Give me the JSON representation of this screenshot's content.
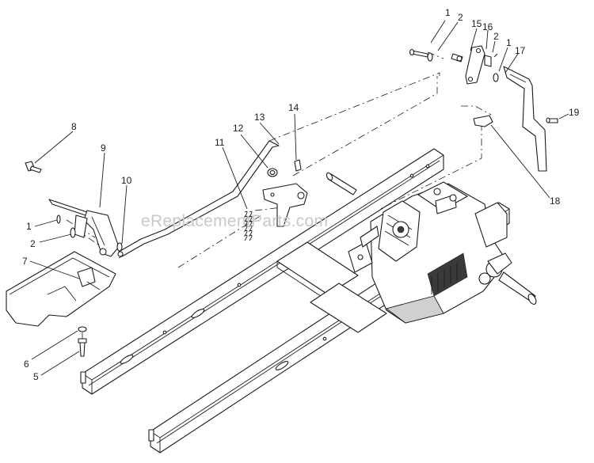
{
  "watermark": "eReplacementParts.com",
  "callouts": [
    {
      "id": "c1a",
      "label": "1"
    },
    {
      "id": "c2a",
      "label": "2"
    },
    {
      "id": "c15",
      "label": "15"
    },
    {
      "id": "c16",
      "label": "16"
    },
    {
      "id": "c2b",
      "label": "2"
    },
    {
      "id": "c1b",
      "label": "1"
    },
    {
      "id": "c17",
      "label": "17"
    },
    {
      "id": "c19",
      "label": "19"
    },
    {
      "id": "c18",
      "label": "18"
    },
    {
      "id": "c8",
      "label": "8"
    },
    {
      "id": "c9",
      "label": "9"
    },
    {
      "id": "c10",
      "label": "10"
    },
    {
      "id": "c11",
      "label": "11"
    },
    {
      "id": "c12",
      "label": "12"
    },
    {
      "id": "c13",
      "label": "13"
    },
    {
      "id": "c14",
      "label": "14"
    },
    {
      "id": "c1c",
      "label": "1"
    },
    {
      "id": "c2c",
      "label": "2"
    },
    {
      "id": "c7",
      "label": "7"
    },
    {
      "id": "c6",
      "label": "6"
    },
    {
      "id": "c5",
      "label": "5"
    }
  ]
}
